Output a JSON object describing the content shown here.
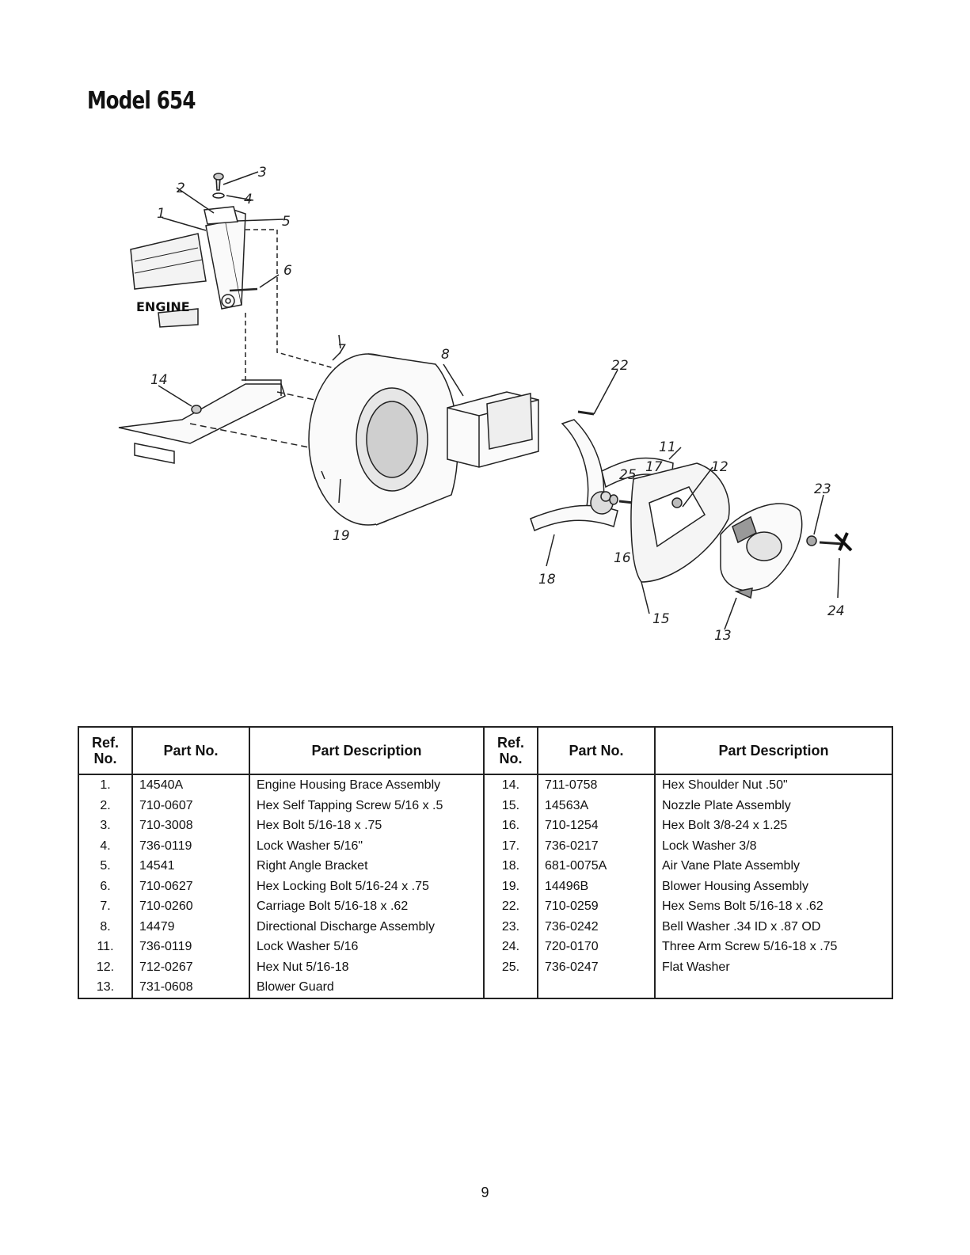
{
  "title": "Model 654",
  "diagram": {
    "engine_label": "ENGINE",
    "callouts": [
      "1",
      "2",
      "3",
      "4",
      "5",
      "6",
      "7",
      "8",
      "11",
      "12",
      "13",
      "14",
      "15",
      "16",
      "17",
      "18",
      "19",
      "22",
      "23",
      "24",
      "25"
    ]
  },
  "table": {
    "headers": {
      "ref_line1": "Ref.",
      "ref_line2": "No.",
      "part_no": "Part No.",
      "part_desc": "Part Description"
    },
    "left": [
      {
        "ref": "1.",
        "part": "14540A",
        "desc": "Engine Housing Brace Assembly"
      },
      {
        "ref": "2.",
        "part": "710-0607",
        "desc": "Hex Self Tapping Screw 5/16 x .5"
      },
      {
        "ref": "3.",
        "part": "710-3008",
        "desc": "Hex Bolt 5/16-18 x .75"
      },
      {
        "ref": "4.",
        "part": "736-0119",
        "desc": "Lock Washer 5/16\""
      },
      {
        "ref": "5.",
        "part": "14541",
        "desc": "Right Angle Bracket"
      },
      {
        "ref": "6.",
        "part": "710-0627",
        "desc": "Hex Locking Bolt 5/16-24 x .75"
      },
      {
        "ref": "7.",
        "part": "710-0260",
        "desc": "Carriage Bolt 5/16-18 x .62"
      },
      {
        "ref": "8.",
        "part": "14479",
        "desc": "Directional Discharge Assembly"
      },
      {
        "ref": "11.",
        "part": "736-0119",
        "desc": "Lock Washer 5/16"
      },
      {
        "ref": "12.",
        "part": "712-0267",
        "desc": "Hex Nut 5/16-18"
      },
      {
        "ref": "13.",
        "part": "731-0608",
        "desc": "Blower Guard"
      }
    ],
    "right": [
      {
        "ref": "14.",
        "part": "711-0758",
        "desc": "Hex Shoulder Nut .50\""
      },
      {
        "ref": "15.",
        "part": "14563A",
        "desc": "Nozzle Plate Assembly"
      },
      {
        "ref": "16.",
        "part": "710-1254",
        "desc": "Hex Bolt 3/8-24 x 1.25"
      },
      {
        "ref": "17.",
        "part": "736-0217",
        "desc": "Lock Washer 3/8"
      },
      {
        "ref": "18.",
        "part": "681-0075A",
        "desc": "Air Vane Plate Assembly"
      },
      {
        "ref": "19.",
        "part": "14496B",
        "desc": "Blower Housing Assembly"
      },
      {
        "ref": "22.",
        "part": "710-0259",
        "desc": "Hex Sems Bolt 5/16-18 x .62"
      },
      {
        "ref": "23.",
        "part": "736-0242",
        "desc": "Bell Washer .34 ID x .87 OD"
      },
      {
        "ref": "24.",
        "part": "720-0170",
        "desc": "Three Arm Screw 5/16-18 x .75"
      },
      {
        "ref": "25.",
        "part": "736-0247",
        "desc": "Flat Washer"
      },
      {
        "ref": "",
        "part": "",
        "desc": ""
      }
    ]
  },
  "page_number": "9"
}
